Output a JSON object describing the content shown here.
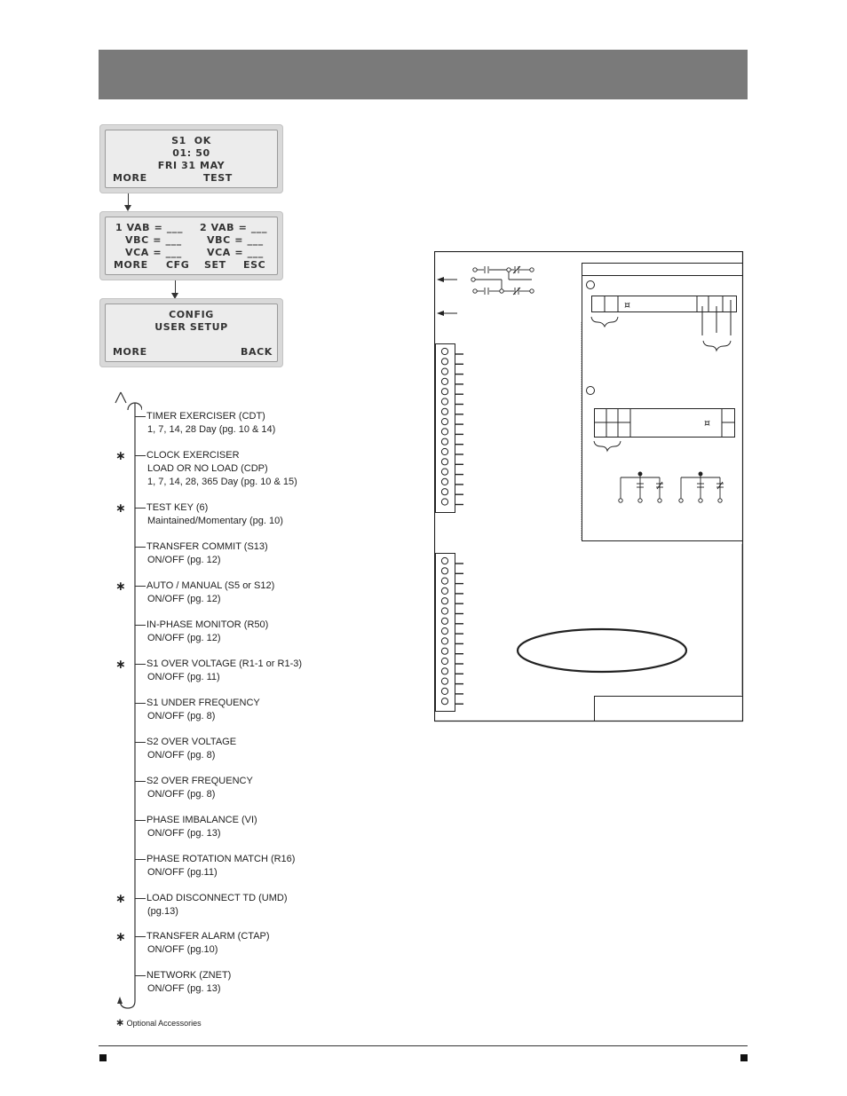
{
  "screens": [
    {
      "lines": [
        "S1  OK",
        "01: 50",
        "FRI 31 MAY"
      ],
      "soft_left": "MORE",
      "soft_right": "TEST"
    },
    {
      "rows": [
        [
          "1 VAB = ___",
          "2 VAB = ___"
        ],
        [
          "VBC = ___",
          "VBC = ___"
        ],
        [
          "VCA = ___",
          "VCA = ___"
        ]
      ],
      "softkeys": [
        "MORE",
        "CFG",
        "SET",
        "ESC"
      ]
    },
    {
      "lines": [
        "CONFIG",
        "USER SETUP"
      ],
      "soft_left": "MORE",
      "soft_right": "BACK"
    }
  ],
  "menu": [
    {
      "title": "TIMER EXERCISER (CDT)",
      "sub": "1, 7, 14, 28 Day (pg. 10 & 14)",
      "optional": false
    },
    {
      "title": "CLOCK EXERCISER",
      "sub": "LOAD OR NO LOAD (CDP)",
      "sub2": "1, 7, 14, 28, 365 Day (pg. 10 & 15)",
      "optional": true
    },
    {
      "title": "TEST KEY (6)",
      "sub": "Maintained/Momentary (pg. 10)",
      "optional": true
    },
    {
      "title": "TRANSFER COMMIT (S13)",
      "sub": "ON/OFF (pg. 12)",
      "optional": false
    },
    {
      "title": "AUTO / MANUAL (S5 or S12)",
      "sub": "ON/OFF (pg. 12)",
      "optional": true
    },
    {
      "title": "IN-PHASE MONITOR (R50)",
      "sub": "ON/OFF (pg. 12)",
      "optional": false
    },
    {
      "title": "S1 OVER VOLTAGE (R1-1 or R1-3)",
      "sub": "ON/OFF (pg. 11)",
      "optional": true
    },
    {
      "title": "S1 UNDER FREQUENCY",
      "sub": "ON/OFF (pg. 8)",
      "optional": false
    },
    {
      "title": "S2 OVER VOLTAGE",
      "sub": "ON/OFF (pg. 8)",
      "optional": false
    },
    {
      "title": "S2 OVER FREQUENCY",
      "sub": "ON/OFF (pg. 8)",
      "optional": false
    },
    {
      "title": "PHASE IMBALANCE (VI)",
      "sub": "ON/OFF (pg. 13)",
      "optional": false
    },
    {
      "title": "PHASE ROTATION MATCH (R16)",
      "sub": "ON/OFF (pg.11)",
      "optional": false
    },
    {
      "title": "LOAD DISCONNECT TD (UMD)",
      "sub": "(pg.13)",
      "optional": true
    },
    {
      "title": "TRANSFER ALARM (CTAP)",
      "sub": "ON/OFF (pg.10)",
      "optional": true
    },
    {
      "title": "NETWORK (ZNET)",
      "sub": "ON/OFF (pg. 13)",
      "optional": false
    }
  ],
  "legend": {
    "symbol": "∗",
    "text": "Optional Accessories"
  },
  "colors": {
    "header_bar": "#7a7a7a",
    "lcd_bezel": "#d9d9d9",
    "lcd_face": "#ececec"
  },
  "icons": {
    "relay_symbol": "¤"
  }
}
